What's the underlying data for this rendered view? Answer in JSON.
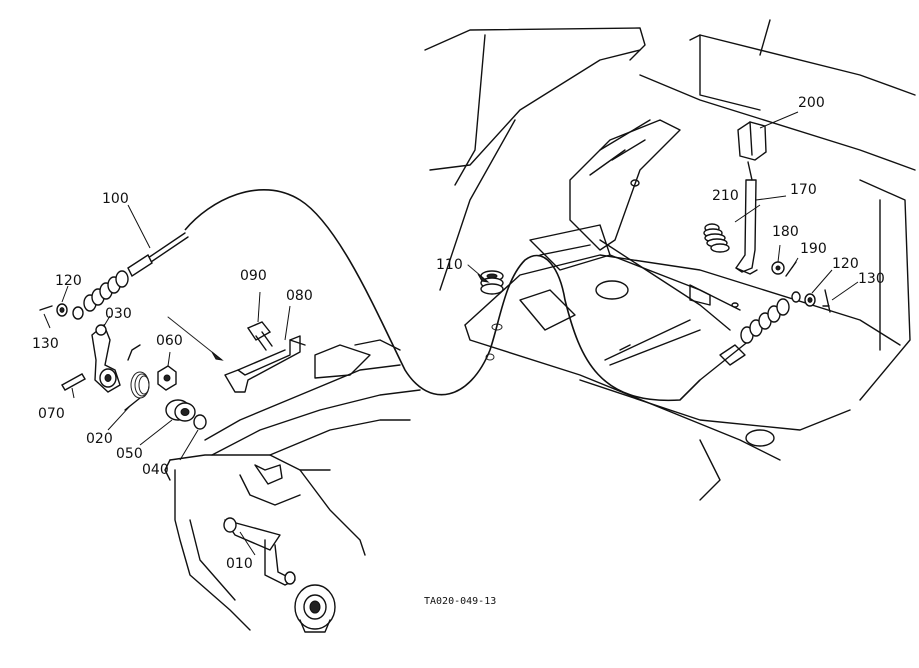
{
  "diagram": {
    "parts": {
      "p010": "010",
      "p020": "020",
      "p030": "030",
      "p040": "040",
      "p050": "050",
      "p060": "060",
      "p070": "070",
      "p080": "080",
      "p090": "090",
      "p100": "100",
      "p110": "110",
      "p120_left": "120",
      "p120_right": "120",
      "p130_left": "130",
      "p130_right": "130",
      "p170": "170",
      "p180": "180",
      "p190": "190",
      "p200": "200",
      "p210": "210"
    },
    "reference_code": "TA020-049-13"
  }
}
